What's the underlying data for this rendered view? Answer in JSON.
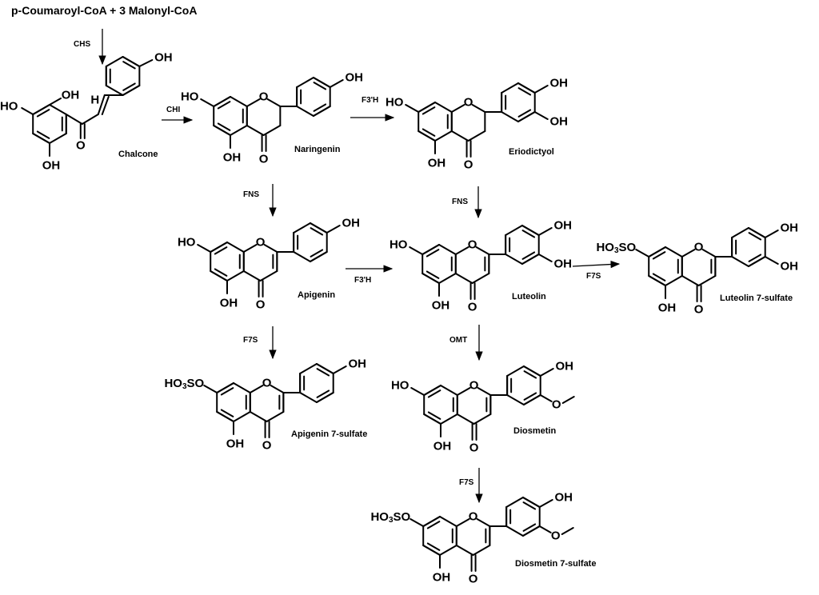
{
  "precursor": "p-Coumaroyl-CoA + 3 Malonyl-CoA",
  "enzymes": {
    "chs": "CHS",
    "chi": "CHI",
    "f3h_1": "F3'H",
    "fns_1": "FNS",
    "fns_2": "FNS",
    "f3h_2": "F3'H",
    "f7s_1": "F7S",
    "f7s_2": "F7S",
    "omt": "OMT",
    "f7s_3": "F7S"
  },
  "compounds": {
    "chalcone": "Chalcone",
    "naringenin": "Naringenin",
    "eriodictyol": "Eriodictyol",
    "apigenin": "Apigenin",
    "luteolin": "Luteolin",
    "luteolin_sulfate": "Luteolin 7-sulfate",
    "apigenin_sulfate": "Apigenin 7-sulfate",
    "diosmetin": "Diosmetin",
    "diosmetin_sulfate": "Diosmetin 7-sulfate"
  },
  "atoms": {
    "oh": "OH",
    "ho": "HO",
    "o": "O",
    "h": "H",
    "so3_prefix": "HO",
    "so3_sub": "3",
    "so3_suffix": "SO"
  }
}
